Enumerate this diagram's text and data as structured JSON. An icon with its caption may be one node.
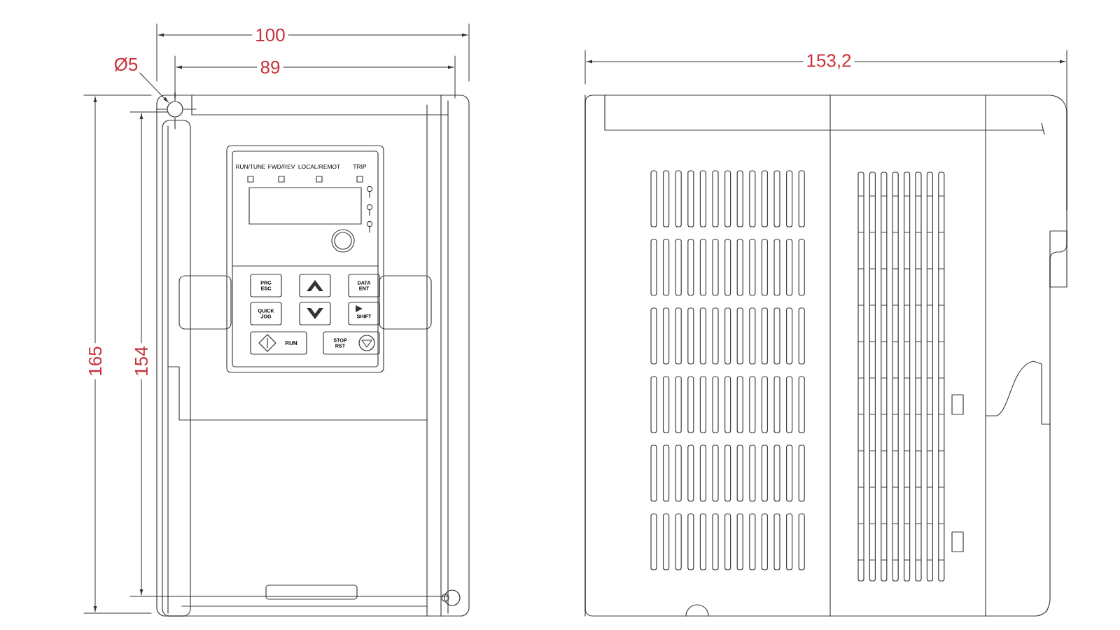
{
  "diagram": {
    "nodes": [
      {
        "text": [
          "Ø5"
        ]
      },
      {
        "text": [],
        "shape": "circle"
      }
    ],
    "edges": [
      {
        "from": 0,
        "to": 1,
        "arrow": "to"
      }
    ],
    "labels": [
      "100",
      "89",
      "153,2",
      "165",
      "154",
      "RUN/TUNE",
      "FWD/REV",
      "LOCAL/REMOT",
      "TRIP",
      "PRG ESC",
      "DATA ENT",
      "QUICK JOG",
      "SHIFT",
      "RUN",
      "STOP RST"
    ]
  }
}
